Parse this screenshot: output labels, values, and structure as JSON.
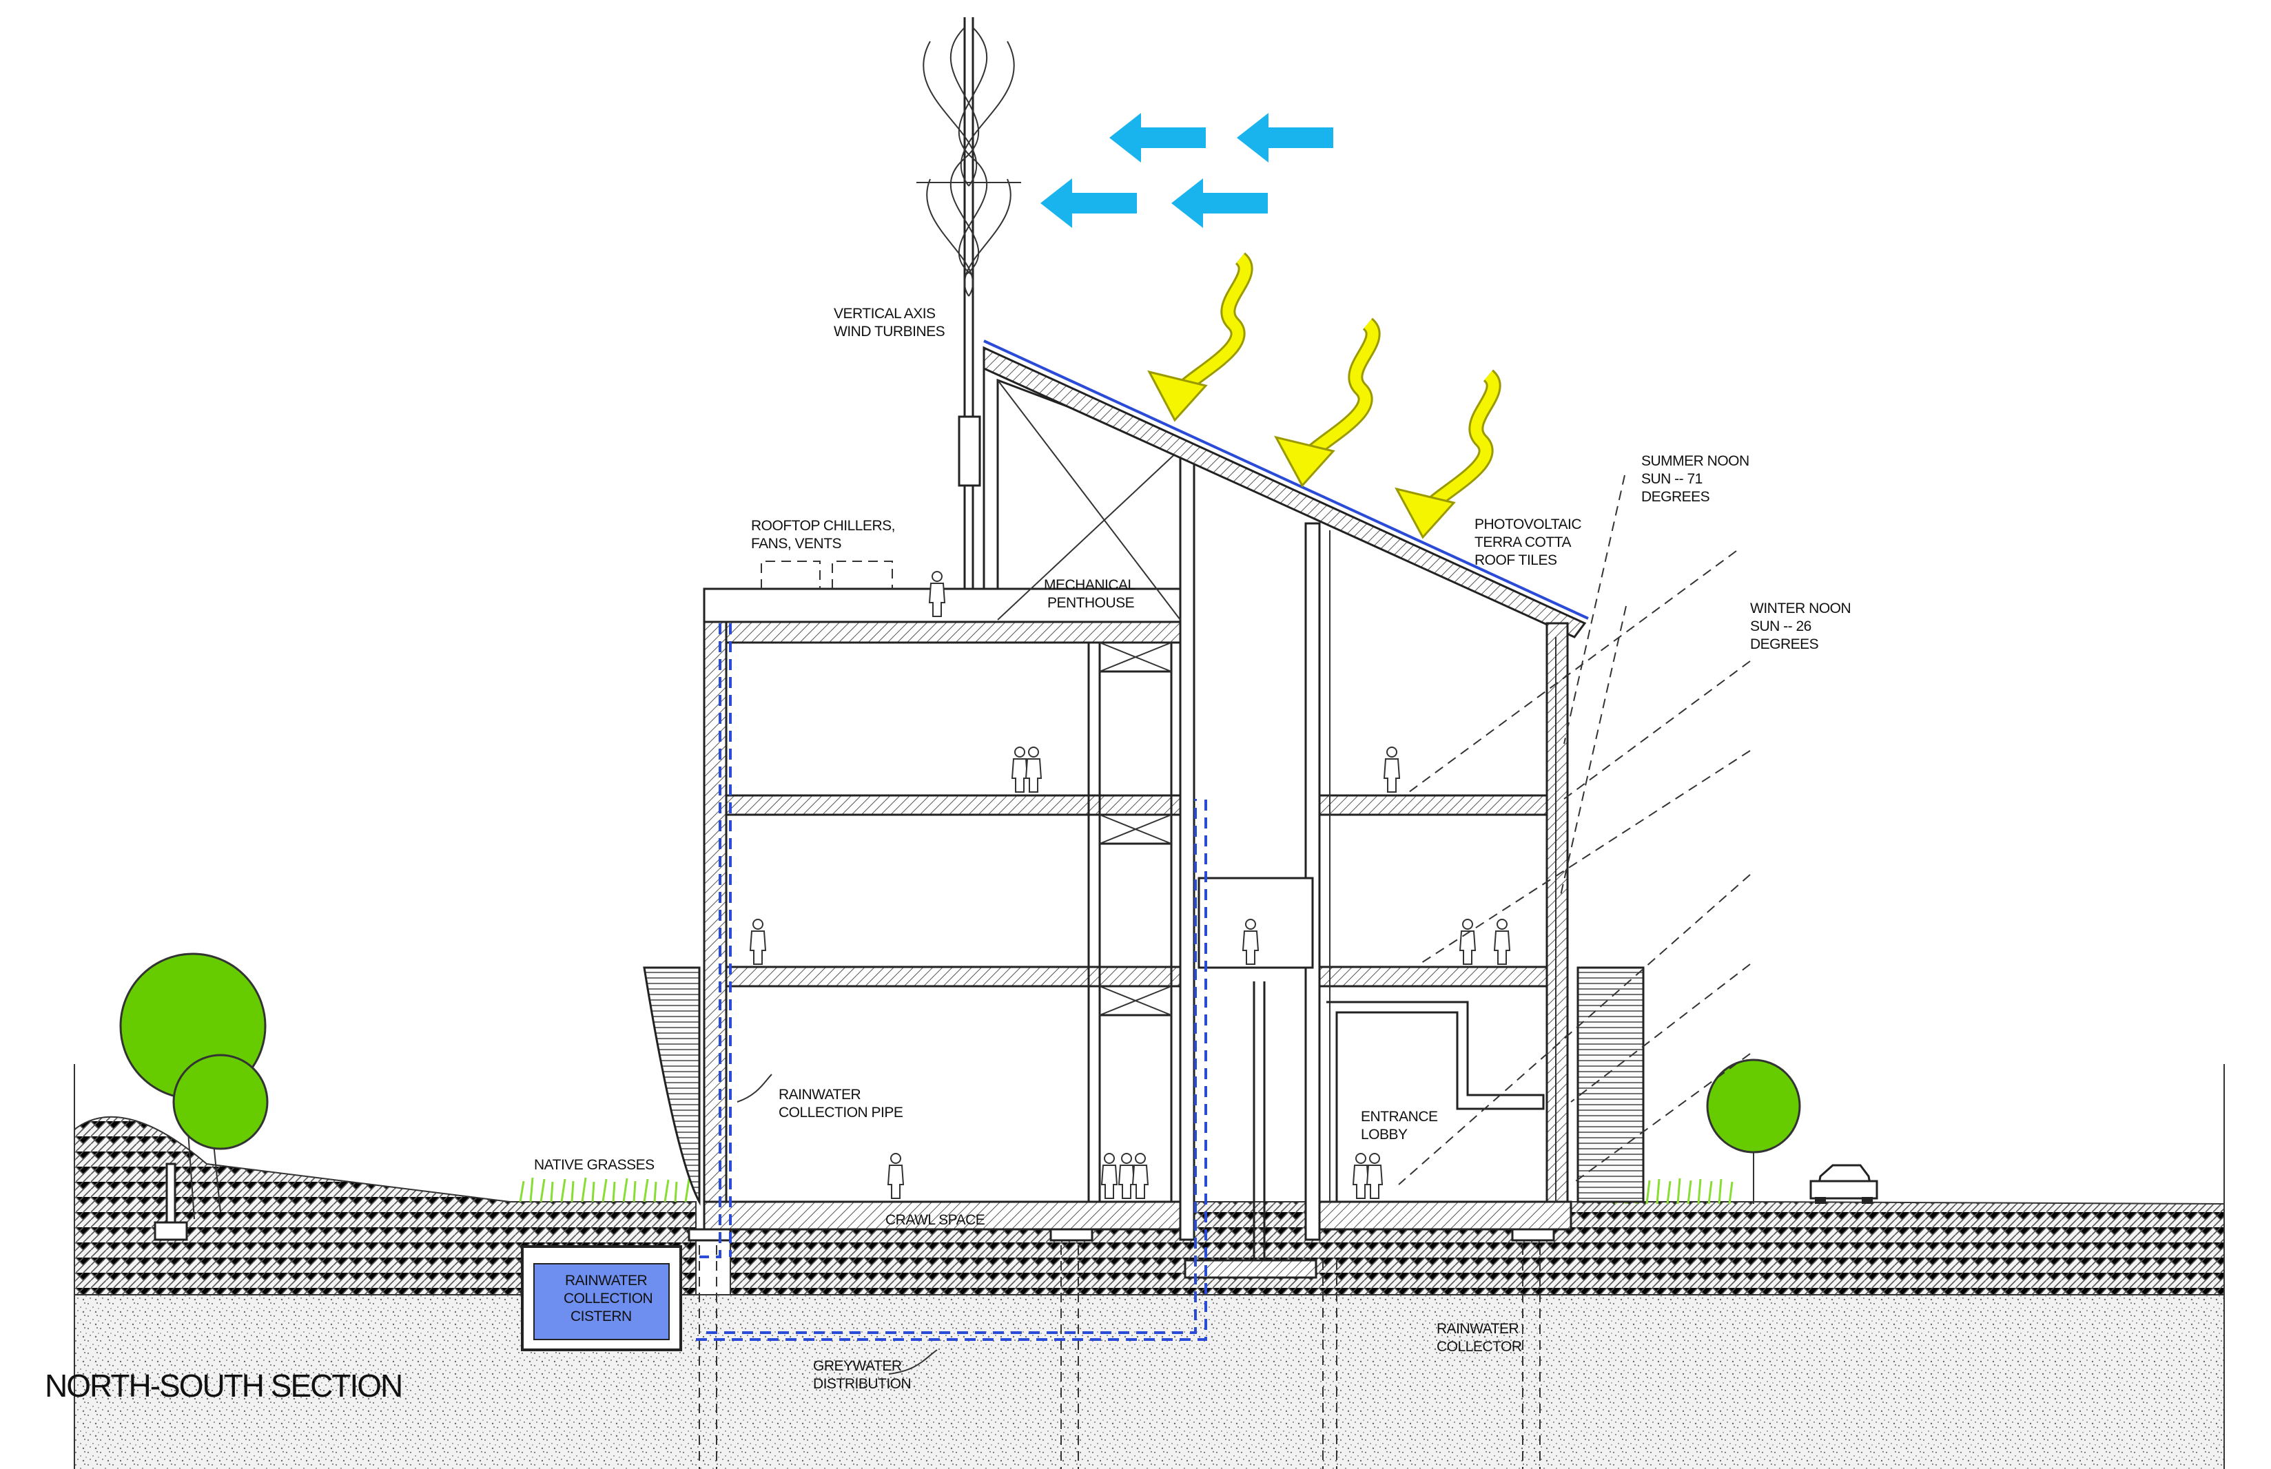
{
  "diagram": {
    "title": "NORTH-SOUTH SECTION",
    "labels": {
      "wind_turbines": [
        "VERTICAL AXIS",
        "WIND TURBINES"
      ],
      "rooftop_chillers": [
        "ROOFTOP CHILLERS,",
        "FANS, VENTS"
      ],
      "mechanical_penthouse": [
        "MECHANICAL",
        "PENTHOUSE"
      ],
      "photovoltaic": [
        "PHOTOVOLTAIC",
        "TERRA COTTA",
        "ROOF TILES"
      ],
      "summer_sun": [
        "SUMMER NOON",
        "SUN -- 71",
        "DEGREES"
      ],
      "winter_sun": [
        "WINTER NOON",
        "SUN -- 26",
        "DEGREES"
      ],
      "rainwater_pipe": [
        "RAINWATER",
        "COLLECTION PIPE"
      ],
      "native_grasses": "NATIVE GRASSES",
      "crawl_space": "CRAWL SPACE",
      "entrance_lobby": [
        "ENTRANCE",
        "LOBBY"
      ],
      "cistern": [
        "RAINWATER",
        "COLLECTION",
        "CISTERN"
      ],
      "greywater": [
        "GREYWATER",
        "DISTRIBUTION"
      ],
      "rainwater_collector": [
        "RAINWATER",
        "COLLECTOR"
      ]
    },
    "colors": {
      "wind_arrows": "#19b4ee",
      "sun_rays": "#f5f500",
      "sun_ray_outline": "#9a9a00",
      "tree_green": "#66cc00",
      "grass_green": "#88dd33",
      "water_pipe": "#2a4bd8",
      "cistern_fill": "#6f8ff0"
    }
  }
}
